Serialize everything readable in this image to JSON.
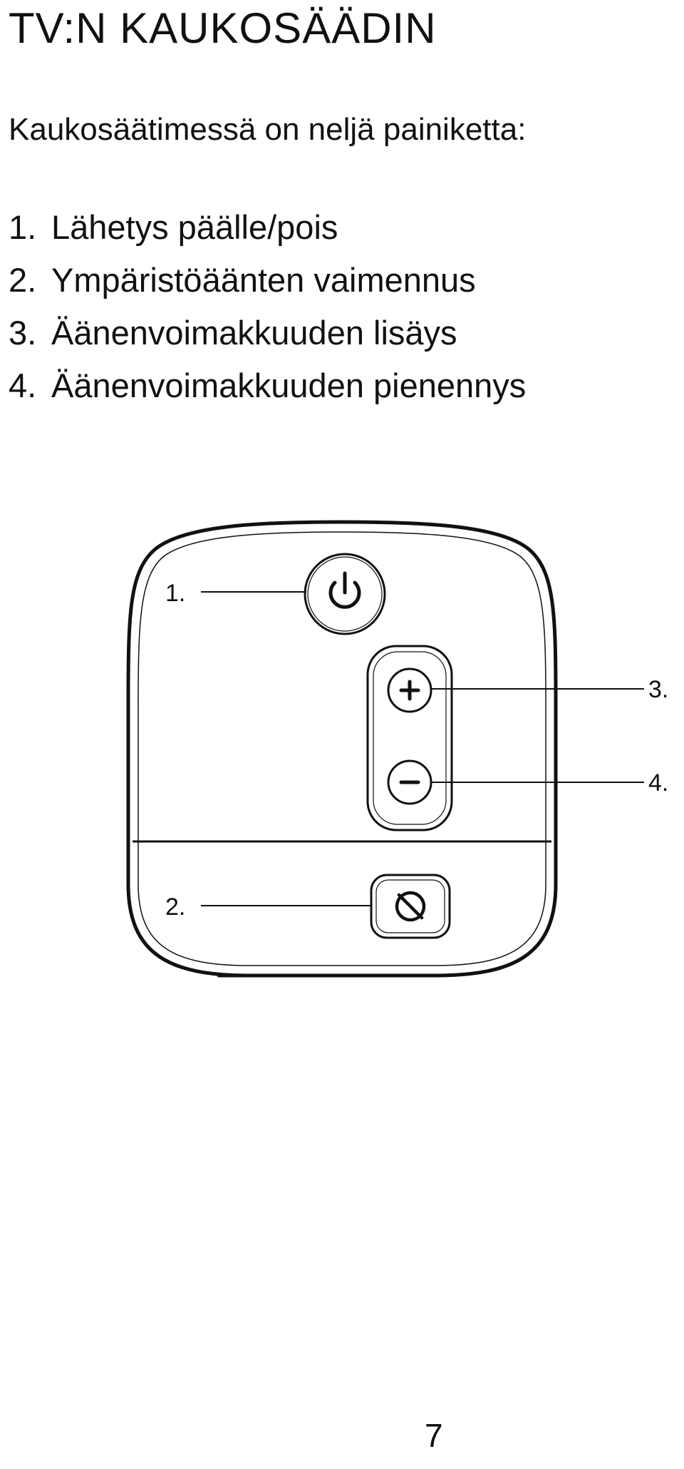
{
  "title": "TV:N KAUKOSÄÄDIN",
  "intro": "Kaukosäätimessä on neljä painiketta:",
  "buttons": [
    {
      "number": "1.",
      "label": "Lähetys päälle/pois"
    },
    {
      "number": "2.",
      "label": "Ympäristöäänten vaimennus"
    },
    {
      "number": "3.",
      "label": "Äänenvoimakkuuden lisäys"
    },
    {
      "number": "4.",
      "label": "Äänenvoimakkuuden pienennys"
    }
  ],
  "diagram": {
    "callouts": {
      "power": "1.",
      "mute": "2.",
      "volume_up": "3.",
      "volume_down": "4."
    },
    "icons": {
      "power": "power-icon",
      "volume_up": "plus-icon",
      "volume_down": "minus-icon",
      "mute": "ambient-mute-icon"
    }
  },
  "page_number": "7"
}
